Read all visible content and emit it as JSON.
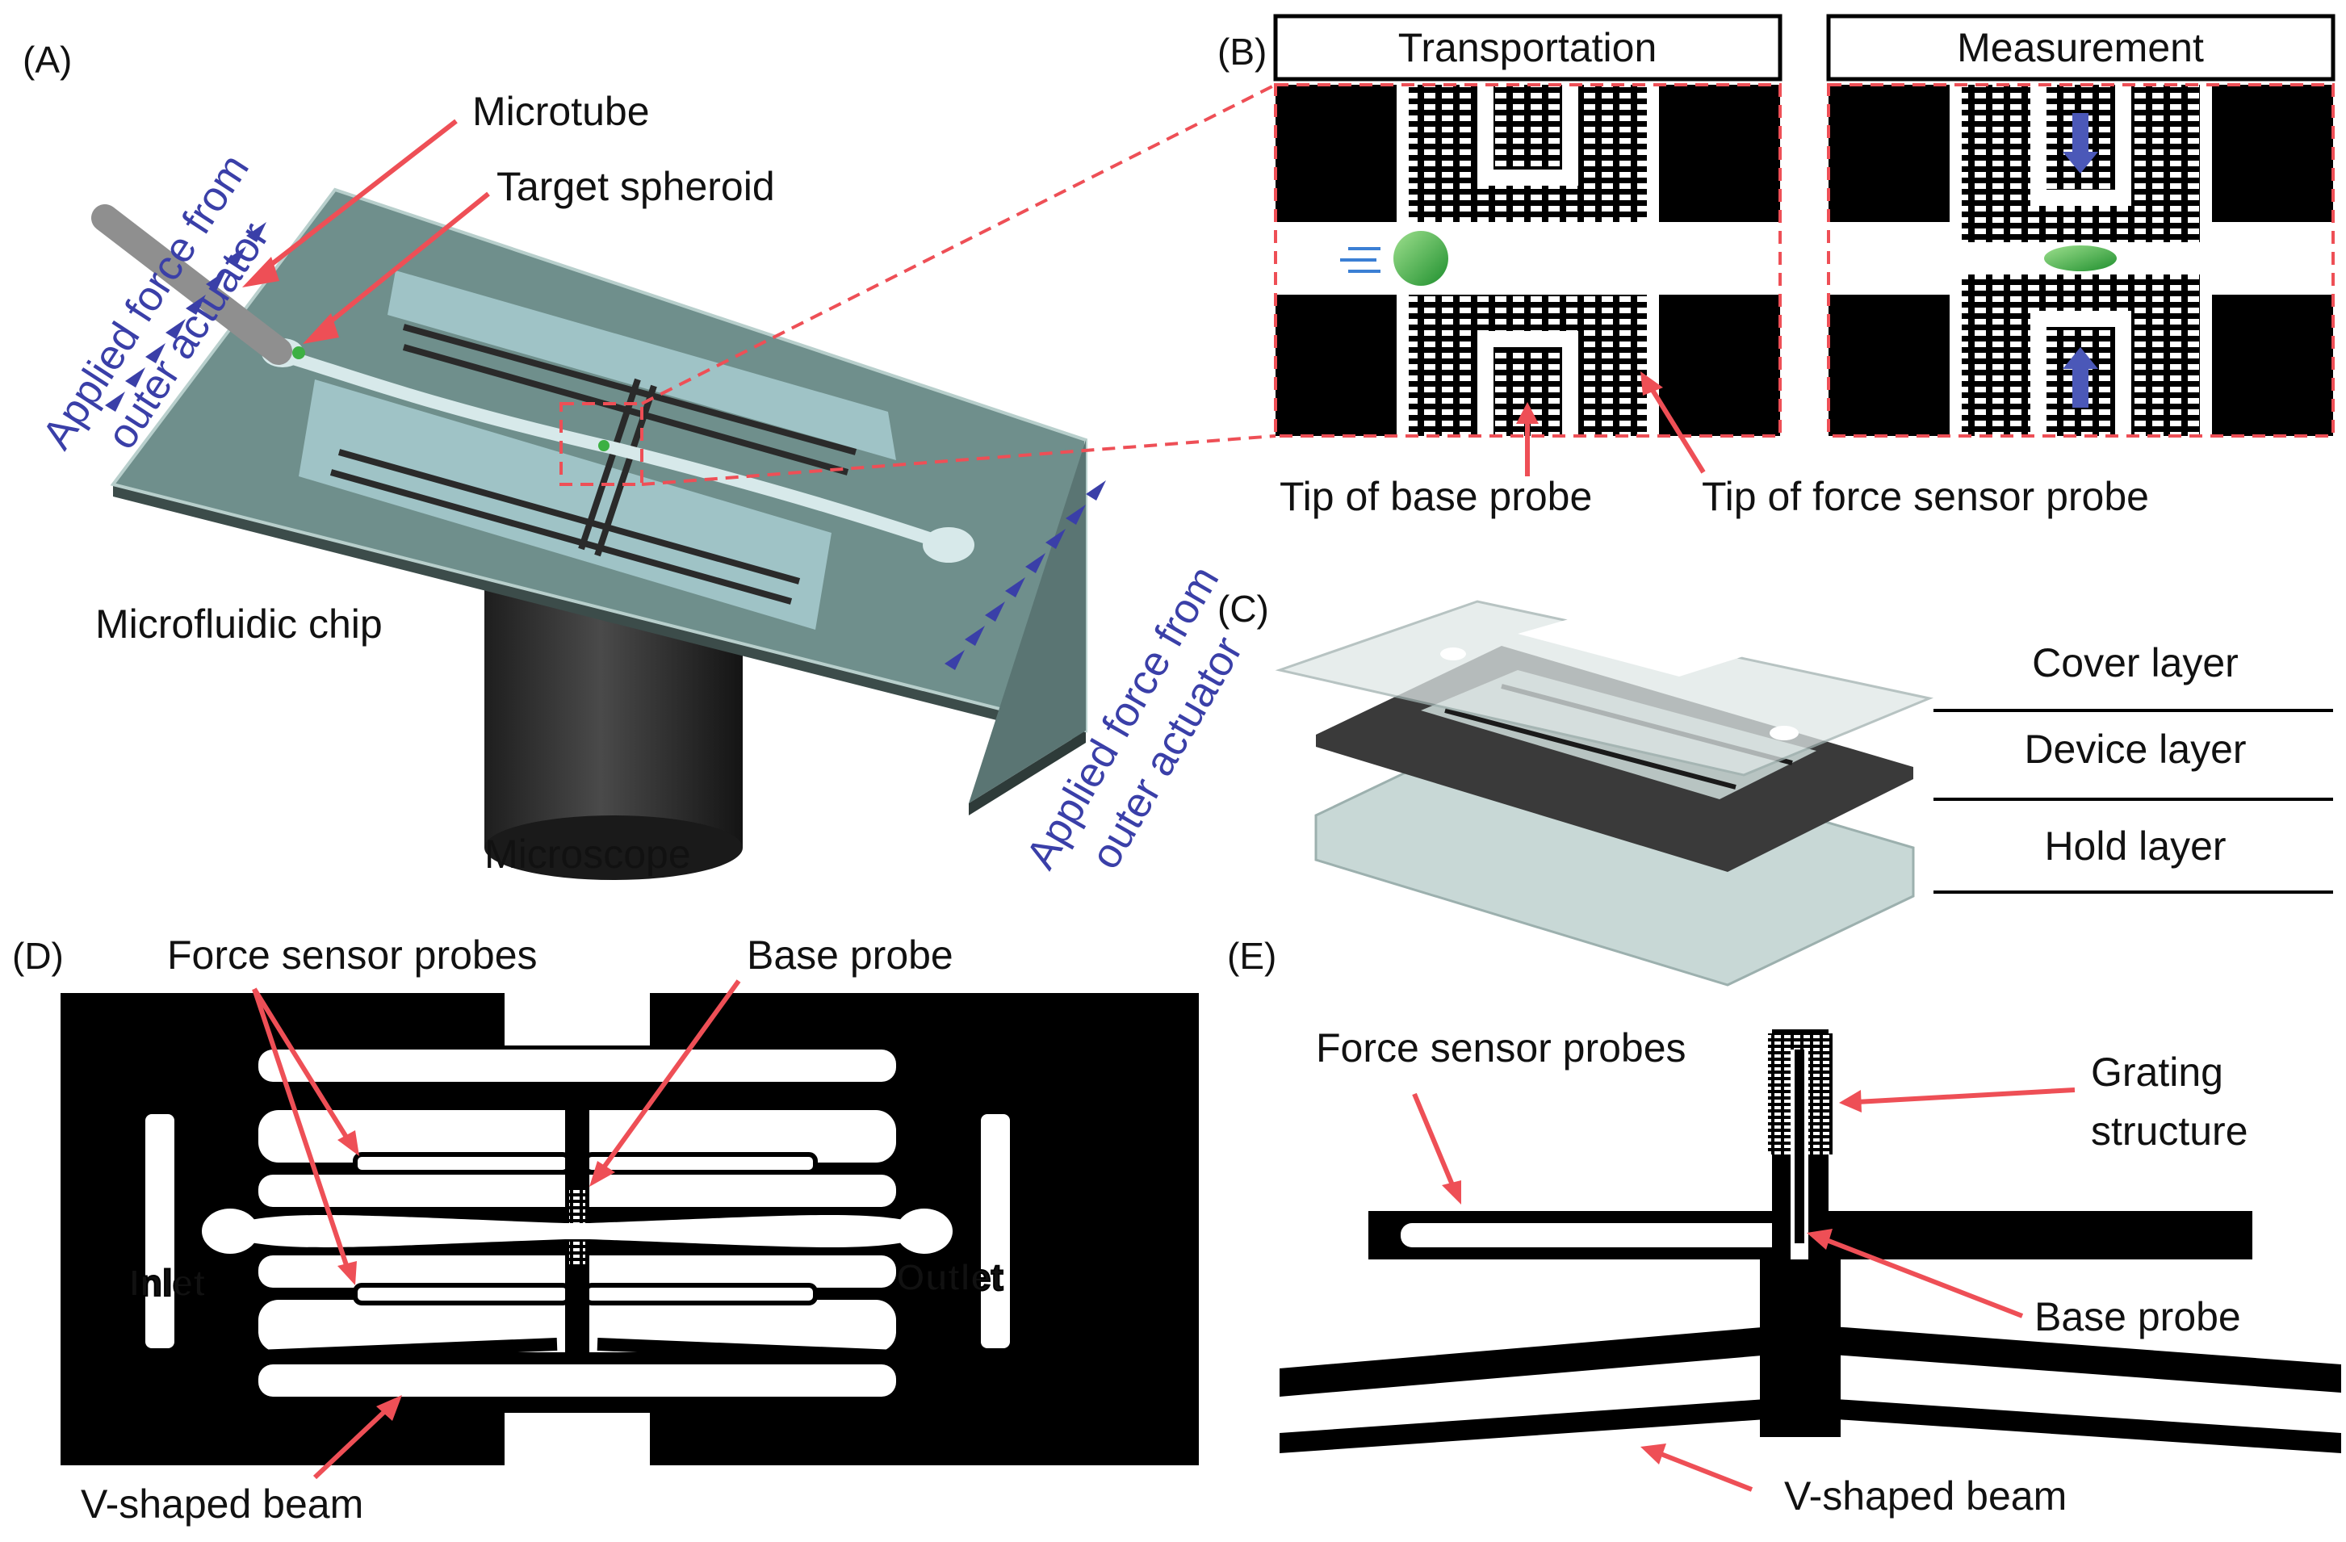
{
  "panels": {
    "a": "(A)",
    "b": "(B)",
    "c": "(C)",
    "d": "(D)",
    "e": "(E)"
  },
  "panel_a": {
    "microtube": "Microtube",
    "target_spheroid": "Target spheroid",
    "microfluidic_chip": "Microfluidic chip",
    "microscope": "Microscope",
    "force_left_line1": "Applied force from",
    "force_left_line2": "outer actuator",
    "force_right_line1": "Applied force from",
    "force_right_line2": "outer actuator"
  },
  "panel_b": {
    "transportation": "Transportation",
    "measurement": "Measurement",
    "tip_base_probe": "Tip of base probe",
    "tip_force_probe": "Tip of force sensor probe"
  },
  "panel_c": {
    "cover_layer": "Cover layer",
    "device_layer": "Device layer",
    "hold_layer": "Hold layer"
  },
  "panel_d": {
    "force_sensor_probes": "Force sensor probes",
    "base_probe": "Base probe",
    "inlet": "Inlet",
    "outlet": "Outlet",
    "v_shaped_beam": "V-shaped beam"
  },
  "panel_e": {
    "force_sensor_probes": "Force sensor probes",
    "grating_line1": "Grating",
    "grating_line2": "structure",
    "base_probe": "Base probe",
    "v_shaped_beam": "V-shaped beam"
  },
  "colors": {
    "arrow": "#ee4f56",
    "force_text": "#3a3fa8",
    "chip": "#6f8f8c",
    "spheroid": "#3cb043"
  }
}
